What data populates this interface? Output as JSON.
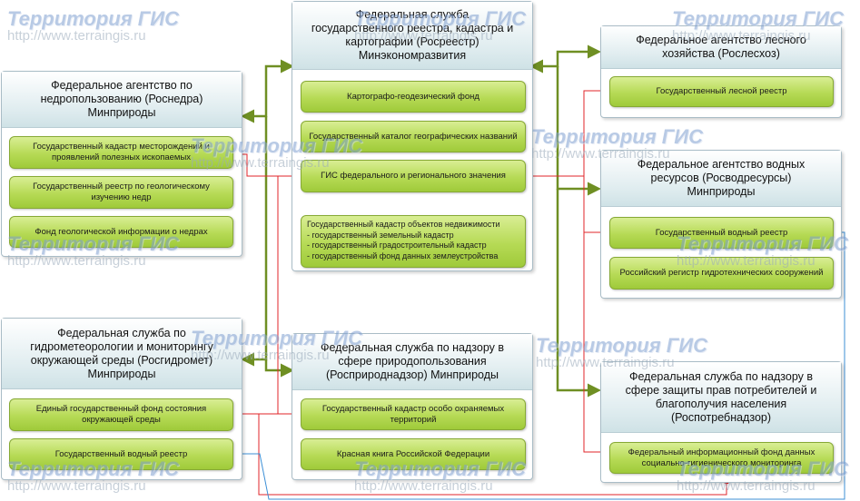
{
  "watermark": {
    "title": "Территория ГИС",
    "url": "http://www.terraingis.ru"
  },
  "rosreestr": {
    "title_lines": [
      "Федеральная служба",
      "государственного реестра, кадастра и",
      "картографии (Росреестр)",
      "Минэкономразвития"
    ],
    "items": {
      "kgf": "Картографо-геодезический фонд",
      "catalog": "Государственный каталог географических названий",
      "gis": "ГИС федерального и регионального значения",
      "cadastre_lines": [
        "Государственный кадастр объектов недвижимости",
        "- государственный земельный кадастр",
        "- государственный градостроительный кадастр",
        "- государственный фонд данных землеустройства"
      ]
    }
  },
  "rosnedra": {
    "title_lines": [
      "Федеральное агентство по",
      "недропользованию (Роснедра)",
      "Минприроды"
    ],
    "items": {
      "deposits": "Государственный кадастр месторождений и проявлений полезных ископаемых",
      "register": "Государственный реестр по геологическому изучению недр",
      "fund": "Фонд геологической информации о недрах"
    }
  },
  "rosleshoz": {
    "title_lines": [
      "Федеральное агентство лесного",
      "хозяйства (Рослесхоз)"
    ],
    "items": {
      "forest": "Государственный лесной реестр"
    }
  },
  "rosvodresursy": {
    "title_lines": [
      "Федеральное агентство водных",
      "ресурсов (Росводресурсы)",
      "Минприроды"
    ],
    "items": {
      "water": "Государственный водный реестр",
      "hydro": "Российский регистр гидротехнических сооружений"
    }
  },
  "rosgidromet": {
    "title_lines": [
      "Федеральная служба по",
      "гидрометеорологии и мониторингу",
      "окружающей среды (Росгидромет)",
      "Минприроды"
    ],
    "items": {
      "env_fund": "Единый государственный фонд состояния окружающей среды",
      "water": "Государственный водный реестр"
    }
  },
  "rosprirodnadzor": {
    "title_lines": [
      "Федеральная служба по надзору в",
      "сфере природопользования",
      "(Росприроднадзор) Минприроды"
    ],
    "items": {
      "protected": "Государственный кадастр особо охраняемых территорий",
      "redbook": "Красная книга Российской Федерации"
    }
  },
  "rospotrebnadzor": {
    "title_lines": [
      "Федеральная служба по надзору в",
      "сфере защиты прав потребителей и",
      "благополучия населения",
      "(Роспотребнадзор)"
    ],
    "items": {
      "monitoring": "Федеральный информационный фонд данных социально-гигиенического мониторинга"
    }
  },
  "colors": {
    "olive": "#6f8f23",
    "red": "#e0242a",
    "blue": "#3c8fd6"
  }
}
